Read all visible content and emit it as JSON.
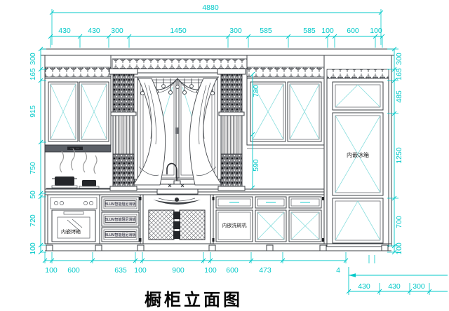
{
  "title": "橱柜立面图",
  "dimensions": {
    "overall_width": "4880",
    "top_chain": [
      "430",
      "430",
      "300",
      "1450",
      "300",
      "585",
      "585",
      "100",
      "600",
      "100"
    ],
    "left_chain": [
      "300",
      "165",
      "915",
      "750",
      "50",
      "720",
      "100"
    ],
    "right_chain": [
      "300",
      "165",
      "485",
      "1250",
      "700",
      "100"
    ],
    "window_chain": [
      "780",
      "590"
    ],
    "bottom_chain": [
      "100",
      "600",
      "635",
      "100",
      "900",
      "100",
      "600",
      "473",
      "4"
    ],
    "bottom_right_chain": [
      "430",
      "430",
      "300"
    ]
  },
  "labels": {
    "oven": "内嵌烤箱",
    "dishwasher": "内嵌洗碗机",
    "fridge": "内嵌冰箱",
    "drawer_slide": "BLUM智能阻尼滑轨"
  },
  "colors": {
    "dimension": "#00c9c9",
    "linework": "#3c4146",
    "background": "#ffffff"
  }
}
